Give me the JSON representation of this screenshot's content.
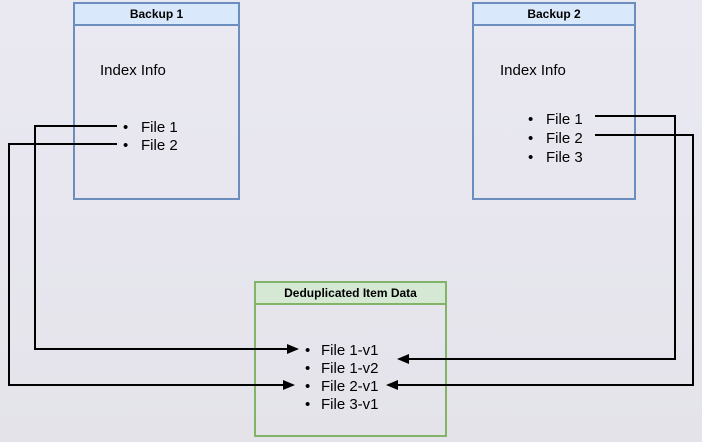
{
  "canvas": {
    "background": "#e7e6ee"
  },
  "colors": {
    "backup_border": "#6c8ebf",
    "backup_header_fill": "#dae8fc",
    "dedup_border": "#82b366",
    "dedup_header_fill": "#d5e8d4",
    "arrow": "#000000",
    "text": "#000000"
  },
  "backup1": {
    "title": "Backup 1",
    "subtitle": "Index Info",
    "items": [
      "File 1",
      "File 2"
    ]
  },
  "backup2": {
    "title": "Backup 2",
    "subtitle": "Index Info",
    "items": [
      "File 1",
      "File 2",
      "File 3"
    ]
  },
  "dedup": {
    "title": "Deduplicated Item Data",
    "items": [
      "File 1-v1",
      "File 1-v2",
      "File 2-v1",
      "File 3-v1"
    ]
  },
  "connections": [
    {
      "from": "Backup 1 / File 1",
      "to": "File 1-v1"
    },
    {
      "from": "Backup 1 / File 2",
      "to": "File 2-v1"
    },
    {
      "from": "Backup 2 / File 1",
      "to": "File 1-v2"
    },
    {
      "from": "Backup 2 / File 2",
      "to": "File 2-v1"
    }
  ]
}
